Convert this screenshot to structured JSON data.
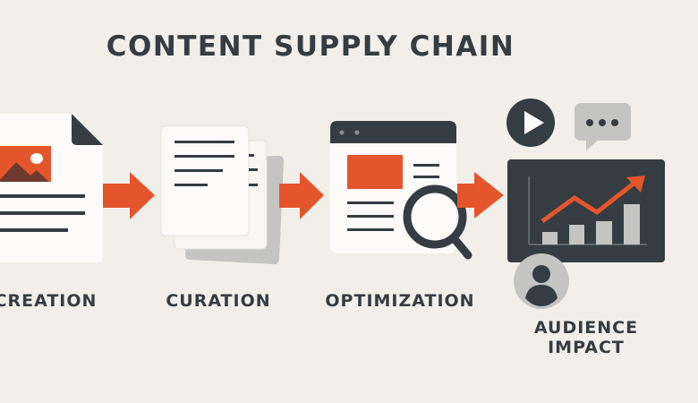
{
  "title": "CONTENT SUPPLY CHAIN",
  "steps": [
    {
      "label": "CREATION",
      "icon": "document-image-icon"
    },
    {
      "label": "CURATION",
      "icon": "document-stack-icon"
    },
    {
      "label": "OPTIMIZATION",
      "icon": "browser-search-icon"
    },
    {
      "label_line1": "AUDIENCE",
      "label_line2": "IMPACT",
      "icon": "chart-growth-icon"
    }
  ],
  "colors": {
    "background": "#f2efeb",
    "dark": "#353d42",
    "accent": "#e5552b",
    "paper": "#fcfbf9",
    "gray": "#c4c4c2"
  }
}
